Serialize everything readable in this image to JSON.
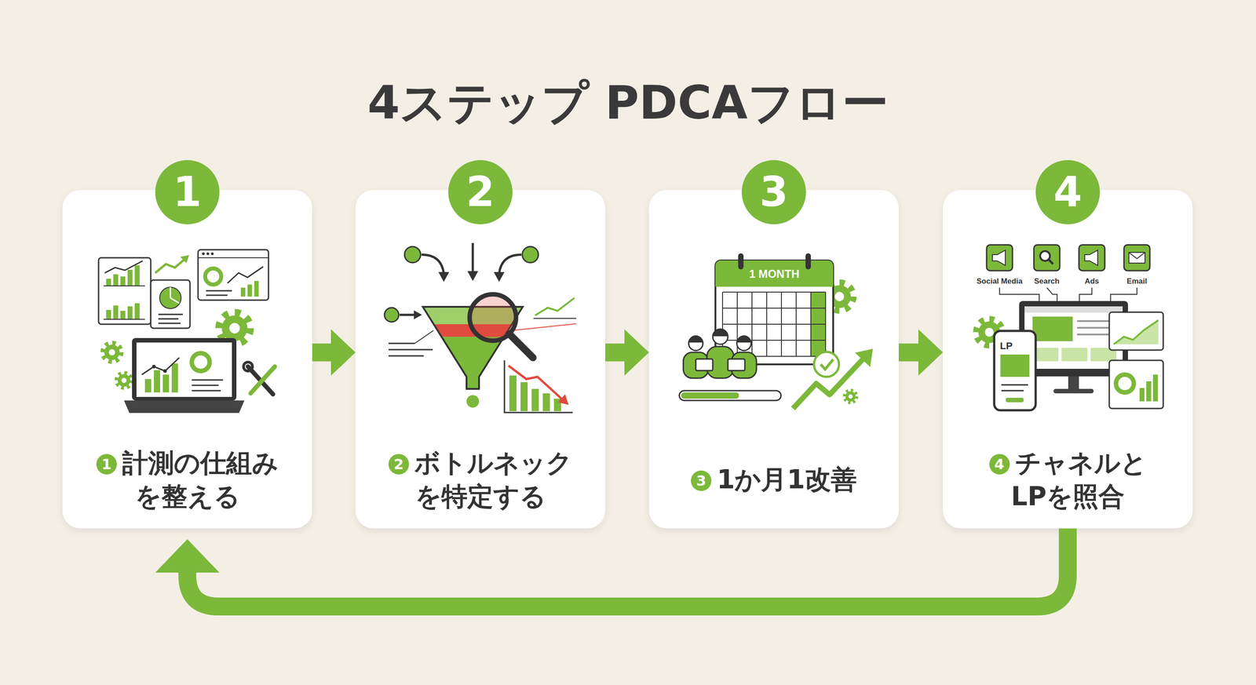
{
  "diagram": {
    "title": "4ステップ PDCAフロー",
    "nodes": [
      {
        "text": [
          "計測の仕組み を整える"
        ]
      },
      {
        "text": [
          "1"
        ],
        "in": 0
      },
      {
        "text": [
          "ボトルネック を特定する"
        ]
      },
      {
        "text": [
          "2"
        ],
        "in": 2
      },
      {
        "text": [
          "1か月1改善"
        ]
      },
      {
        "text": [
          "3"
        ],
        "in": 4
      },
      {
        "text": [
          "チャネルと LPを照合"
        ]
      },
      {
        "text": [
          "4"
        ],
        "in": 6
      }
    ],
    "edges": [
      {
        "from": 0,
        "to": 2,
        "arrow": "to"
      },
      {
        "from": 2,
        "to": 4,
        "arrow": "to"
      },
      {
        "from": 4,
        "to": 6,
        "arrow": "to"
      },
      {
        "from": 6,
        "to": 0,
        "arrow": "to"
      }
    ],
    "labels": [
      "1",
      "2",
      "3",
      "4",
      "1 MONTH",
      "Social Media",
      "Search",
      "Ads",
      "Email",
      "LP"
    ]
  }
}
